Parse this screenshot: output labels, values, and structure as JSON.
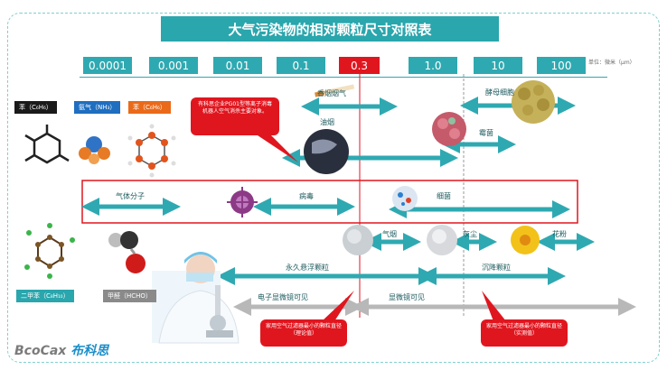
{
  "title": "大气污染物的相对颗粒尺寸对照表",
  "scale": [
    "0.0001",
    "0.001",
    "0.01",
    "0.1",
    "0.3",
    "1.0",
    "10",
    "100"
  ],
  "unit": "单位：微米（μm）",
  "molecules": {
    "benzene": "苯（C₆H₆）",
    "ammonia": "氨气（NH₃）",
    "toluene": "苯（C₆H₆）",
    "xylene": "二甲苯（C₈H₁₀）",
    "formaldehyde": "甲醛（HCHO）"
  },
  "callout_top": "有科思企业PG01型等离子消毒机器人空气消杀主要对象。",
  "callout_left": "家用空气过滤器最小的颗粒直径（理论值）",
  "callout_right": "家用空气过滤器最小的颗粒直径（实测值）",
  "labels": {
    "smoke": "香烟烟气",
    "oil": "油烟",
    "yeast": "酵母细胞",
    "mold": "霉菌",
    "gas": "气体分子",
    "virus": "病毒",
    "bacteria": "细菌",
    "fog": "气烟",
    "dust": "灰尘",
    "pollen": "花粉",
    "suspended": "永久悬浮颗粒",
    "settling": "沉降颗粒",
    "em_visible": "电子显微镜可见",
    "micro_visible": "显微镜可见"
  },
  "logo": {
    "brand": "BcoCax",
    "cn": "布科思"
  },
  "colors": {
    "teal": "#2fa9b1",
    "red": "#e0161f",
    "gray": "#b8b8b8"
  }
}
